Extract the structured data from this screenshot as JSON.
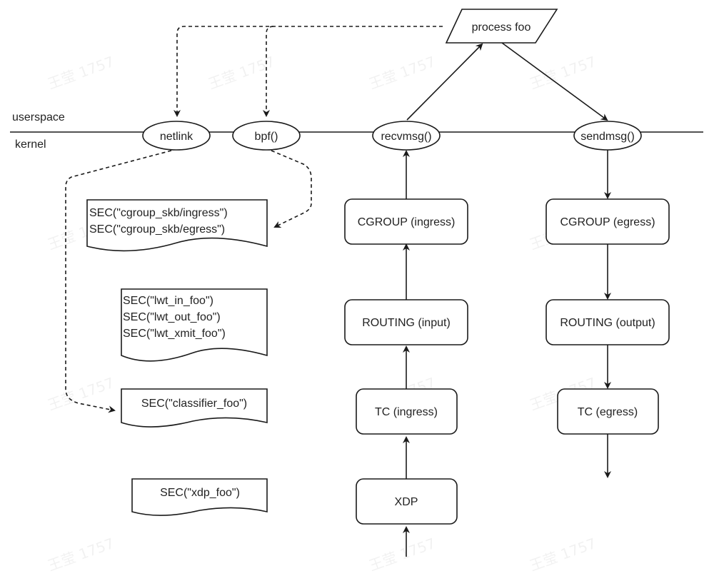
{
  "boundary": {
    "userspace_label": "userspace",
    "kernel_label": "kernel"
  },
  "syscalls": {
    "netlink": "netlink",
    "bpf": "bpf()",
    "recvmsg": "recvmsg()",
    "sendmsg": "sendmsg()"
  },
  "process": {
    "label": "process foo"
  },
  "ingress_path": {
    "cgroup": "CGROUP (ingress)",
    "routing": "ROUTING (input)",
    "tc": "TC (ingress)",
    "xdp": "XDP"
  },
  "egress_path": {
    "cgroup": "CGROUP (egress)",
    "routing": "ROUTING (output)",
    "tc": "TC (egress)"
  },
  "sections": {
    "cgroup_skb": [
      "SEC(\"cgroup_skb/ingress\")",
      "SEC(\"cgroup_skb/egress\")"
    ],
    "lwt": [
      "SEC(\"lwt_in_foo\")",
      "SEC(\"lwt_out_foo\")",
      "SEC(\"lwt_xmit_foo\")"
    ],
    "classifier": "SEC(\"classifier_foo\")",
    "xdp": "SEC(\"xdp_foo\")"
  },
  "watermark": "王莹 1757"
}
